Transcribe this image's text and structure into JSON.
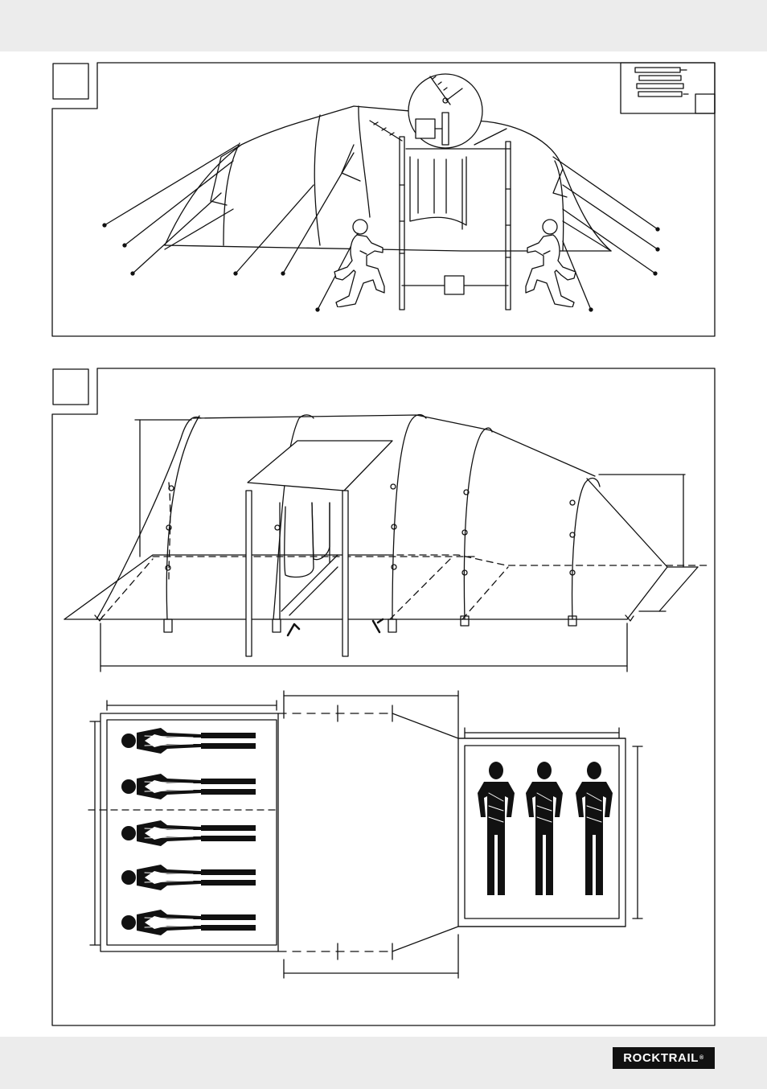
{
  "brand": {
    "logo_text": "ROCKTRAIL",
    "registered_mark": "®"
  },
  "figures": [
    {
      "id": "assembly",
      "step_box": "",
      "parts_box": ""
    },
    {
      "id": "dimensions",
      "step_box": ""
    }
  ],
  "colors": {
    "ink": "#111111",
    "band": "#ececec",
    "paper": "#ffffff"
  }
}
